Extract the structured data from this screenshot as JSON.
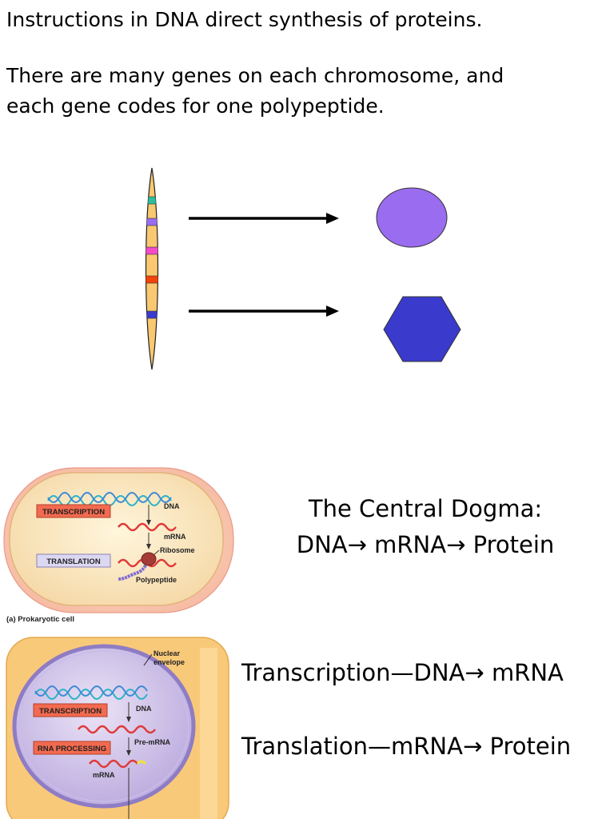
{
  "heading": "Instructions in DNA direct synthesis of proteins.",
  "paragraph": {
    "line1": "There are many genes on each chromosome, and",
    "line2": "each gene codes for one polypeptide."
  },
  "gene_colors": [
    "#2dbf9a",
    "#9a6cf0",
    "#f24ac8",
    "#f2430a",
    "#3a3acc"
  ],
  "shape_colors": {
    "circle": "#9a6cf0",
    "hexagon": "#3a3acc",
    "chromosome": "#f9c870"
  },
  "central_dogma": {
    "title": "The Central Dogma:",
    "chain_dna": "DNA",
    "chain_mrna": "mRNA",
    "chain_protein": "Protein"
  },
  "transcription_line": {
    "label": "Transcription",
    "from": "DNA",
    "to": "mRNA"
  },
  "translation_line": {
    "label": "Translation",
    "from": "mRNA",
    "to": "Protein"
  },
  "prokaryote_figure": {
    "transcription": "TRANSCRIPTION",
    "translation": "TRANSLATION",
    "dna": "DNA",
    "mrna": "mRNA",
    "ribosome": "Ribosome",
    "polypeptide": "Polypeptide",
    "caption": "(a) Prokaryotic cell"
  },
  "eukaryote_figure": {
    "nuclear_envelope_1": "Nuclear",
    "nuclear_envelope_2": "envelope",
    "transcription": "TRANSCRIPTION",
    "rna_processing": "RNA PROCESSING",
    "dna": "DNA",
    "pre_mrna": "Pre-mRNA",
    "mrna": "mRNA"
  }
}
